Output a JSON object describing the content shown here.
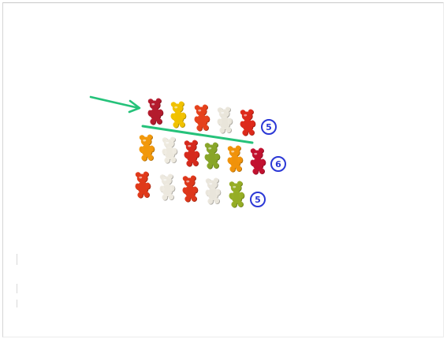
{
  "rows": [
    {
      "count": "5",
      "bears": [
        "#b51b2e",
        "#f3c400",
        "#e8421c",
        "#ece8dd",
        "#df2a1b"
      ]
    },
    {
      "count": "6",
      "bears": [
        "#f49a0c",
        "#f0ece2",
        "#d82a1c",
        "#8aa82a",
        "#f3950b",
        "#c41230"
      ]
    },
    {
      "count": "5",
      "bears": [
        "#e33a1a",
        "#efebe1",
        "#e0381b",
        "#ece8de",
        "#98b026"
      ]
    }
  ],
  "colors": {
    "arrow": "#25c27a",
    "line": "#25c27a",
    "badge": "#2b38d6"
  }
}
